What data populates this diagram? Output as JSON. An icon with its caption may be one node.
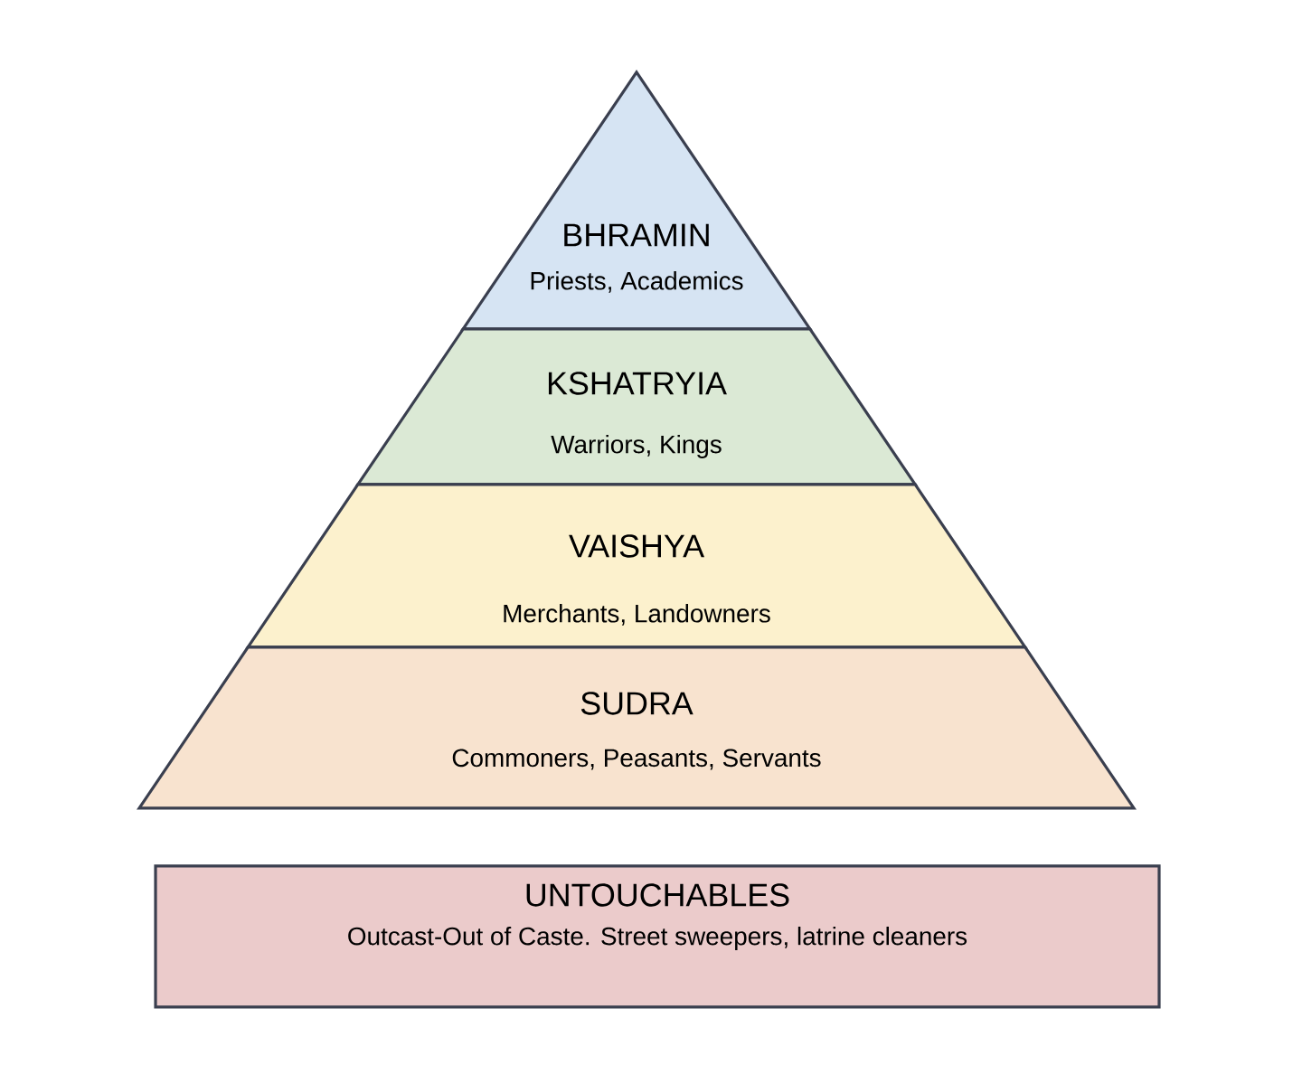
{
  "diagram": {
    "nodes": [
      {
        "text": [
          "BHRAMIN",
          "Priests, Academics"
        ]
      },
      {
        "text": [
          "KSHATRYIA",
          "Warriors, Kings"
        ]
      },
      {
        "text": [
          "VAISHYA",
          "Merchants, Landowners"
        ]
      },
      {
        "text": [
          "SUDRA",
          "Commoners, Peasants, Servants"
        ]
      },
      {
        "text": [
          "UNTOUCHABLES",
          "Outcast-Out of Caste. Street sweepers, latrine cleaners"
        ]
      }
    ]
  }
}
